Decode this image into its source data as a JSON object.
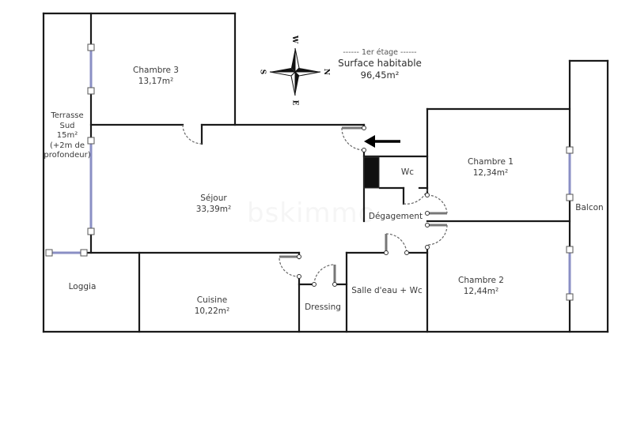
{
  "header": {
    "floor_label": "------  1er étage  ------",
    "surface_title": "Surface habitable",
    "surface_total": "96,45m²"
  },
  "compass": {
    "north": "N",
    "south": "S",
    "east": "E",
    "west": "W"
  },
  "watermark": "bskimmo",
  "rooms": {
    "chambre3": {
      "name": "Chambre 3",
      "area": "13,17m²"
    },
    "terrasse": {
      "name": "Terrasse",
      "line2": "Sud",
      "area": "15m²",
      "line4": "(+2m de",
      "line5": "profondeur)"
    },
    "sejour": {
      "name": "Séjour",
      "area": "33,39m²"
    },
    "wc": {
      "name": "Wc"
    },
    "degagement": {
      "name": "Dégagement"
    },
    "chambre1": {
      "name": "Chambre 1",
      "area": "12,34m²"
    },
    "balcon": {
      "name": "Balcon"
    },
    "loggia": {
      "name": "Loggia"
    },
    "cuisine": {
      "name": "Cuisine",
      "area": "10,22m²"
    },
    "dressing": {
      "name": "Dressing"
    },
    "salle_eau": {
      "name": "Salle d'eau + Wc"
    },
    "chambre2": {
      "name": "Chambre 2",
      "area": "12,44m²"
    }
  },
  "colors": {
    "wall": "#1a1a1a",
    "window": "#8a8fc4",
    "door": "#777777",
    "text": "#3a3a3a"
  }
}
